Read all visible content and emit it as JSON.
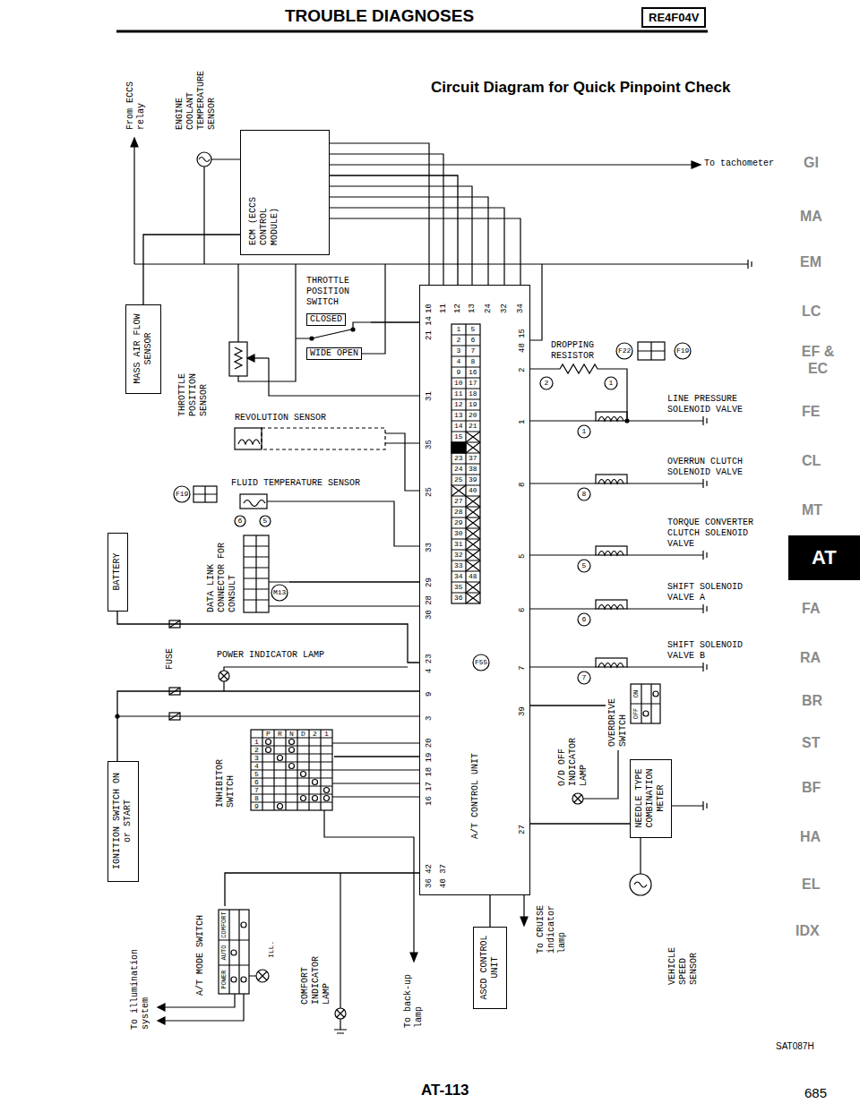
{
  "diagram": {
    "title": "Circuit Diagram for Quick Pinpoint Check",
    "nodes": [
      {
        "text": [
          "RE4F04V"
        ]
      },
      {
        "text": [
          "ECM (ECCS CONTROL MODULE)"
        ]
      },
      {
        "text": [
          "MASS AIR FLOW SENSOR"
        ]
      },
      {
        "text": [
          "THROTTLE POSITION SWITCH",
          "CLOSED",
          "WIDE OPEN"
        ]
      },
      {
        "text": [
          "A/T CONTROL UNIT"
        ]
      },
      {
        "text": [
          "BATTERY"
        ]
      },
      {
        "text": [
          "DATA LINK CONNECTOR FOR CONSULT"
        ]
      },
      {
        "text": [
          "IGNITION SWITCH ON or START"
        ]
      },
      {
        "text": [
          "INHIBITOR SWITCH"
        ]
      },
      {
        "text": [
          "A/T MODE SWITCH"
        ]
      },
      {
        "text": [
          "ASCD CONTROL UNIT"
        ]
      },
      {
        "text": [
          "OVERDRIVE SWITCH"
        ]
      },
      {
        "text": [
          "NEEDLE TYPE COMBINATION METER"
        ]
      },
      {
        "text": [
          "AT"
        ]
      }
    ],
    "edges": [
      {
        "from": 1,
        "to": 4,
        "arrow": "none"
      },
      {
        "from": 2,
        "to": 1,
        "arrow": "none"
      },
      {
        "from": 3,
        "to": 4,
        "arrow": "none"
      },
      {
        "from": 5,
        "to": 4,
        "arrow": "none"
      },
      {
        "from": 6,
        "to": 4,
        "arrow": "none"
      },
      {
        "from": 7,
        "to": 4,
        "arrow": "none"
      },
      {
        "from": 8,
        "to": 4,
        "arrow": "none"
      },
      {
        "from": 9,
        "to": 4,
        "arrow": "none"
      },
      {
        "from": 10,
        "to": 4,
        "arrow": "none"
      },
      {
        "from": 11,
        "to": 4,
        "arrow": "none"
      },
      {
        "from": 12,
        "to": 4,
        "arrow": "none"
      }
    ],
    "labels": [
      "TROUBLE DIAGNOSES",
      "GI",
      "MA",
      "EM",
      "LC",
      "EF & EC",
      "FE",
      "CL",
      "MT",
      "FA",
      "RA",
      "BR",
      "ST",
      "BF",
      "HA",
      "EL",
      "IDX",
      "From ECCS relay",
      "ENGINE COOLANT TEMPERATURE SENSOR",
      "To tachometer",
      "THROTTLE POSITION SENSOR",
      "REVOLUTION SENSOR",
      "FLUID TEMPERATURE SENSOR",
      "F19",
      "6",
      "5",
      "M13",
      "FUSE",
      "POWER INDICATOR LAMP",
      "F55",
      "10",
      "11",
      "12",
      "13",
      "24",
      "32",
      "34",
      "21 14",
      "31",
      "35",
      "25",
      "33",
      "29",
      "30 28",
      "4 23",
      "9",
      "3",
      "16 17 18 19 20",
      "36 42",
      "40 37",
      "48 15",
      "2",
      "1",
      "8",
      "5",
      "6",
      "7",
      "39",
      "27",
      "1",
      "2",
      "3",
      "4",
      "9",
      "10",
      "11",
      "12",
      "13",
      "14",
      "15",
      "23",
      "24",
      "25",
      "27",
      "28",
      "29",
      "30",
      "31",
      "32",
      "33",
      "34",
      "35",
      "36",
      "5",
      "6",
      "7",
      "8",
      "16",
      "17",
      "18",
      "19",
      "20",
      "21",
      "37",
      "38",
      "39",
      "40",
      "48",
      "DROPPING RESISTOR",
      "F22",
      "F19",
      "2",
      "1",
      "LINE PRESSURE SOLENOID VALVE",
      "1",
      "OVERRUN CLUTCH SOLENOID VALVE",
      "8",
      "TORQUE CONVERTER CLUTCH SOLENOID VALVE",
      "5",
      "SHIFT SOLENOID VALVE A",
      "6",
      "SHIFT SOLENOID VALVE B",
      "7",
      "O/D OFF INDICATOR LAMP",
      "OFF",
      "ON",
      "VEHICLE SPEED SENSOR",
      "To CRUISE indicator lamp",
      "To back-up lamp",
      "COMFORT INDICATOR LAMP",
      "ILL.",
      "To illumination system",
      "P",
      "R",
      "N",
      "D",
      "2",
      "1",
      "1",
      "2",
      "3",
      "4",
      "5",
      "6",
      "7",
      "8",
      "9",
      "POWER",
      "AUTO",
      "COMFORT",
      "SAT087H",
      "AT-113",
      "685"
    ]
  }
}
